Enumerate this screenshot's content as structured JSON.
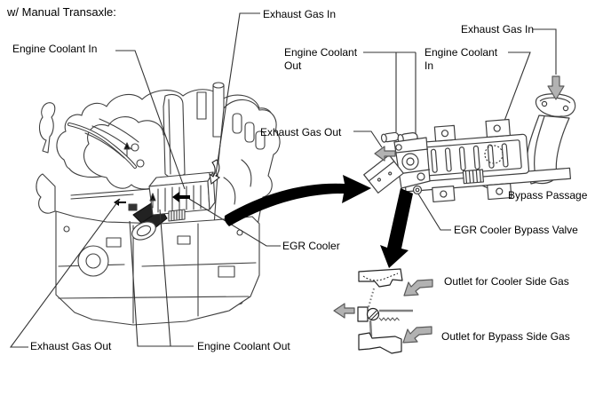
{
  "figure": {
    "variant_label": "w/ Manual Transaxle:",
    "labels": {
      "engine_coolant_in_left": "Engine Coolant In",
      "exhaust_gas_in_top": "Exhaust Gas In",
      "engine_coolant_out_top": "Engine Coolant Out",
      "engine_coolant_in_right": "Engine Coolant In",
      "exhaust_gas_in_right": "Exhaust Gas In",
      "exhaust_gas_out_mid": "Exhaust Gas Out",
      "bypass_passage": "Bypass Passage",
      "egr_cooler": "EGR Cooler",
      "egr_cooler_bypass_valve": "EGR Cooler Bypass Valve",
      "outlet_cooler_side": "Outlet for Cooler Side Gas",
      "outlet_bypass_side": "Outlet for Bypass Side Gas",
      "exhaust_gas_out_bottom": "Exhaust Gas Out",
      "engine_coolant_out_bottom": "Engine Coolant Out"
    },
    "colors": {
      "line": "#3f3f3f",
      "gray_arrow_fill": "#b2b2b2",
      "gray_arrow_outline": "#5a5a5a",
      "black_arrow": "#000000"
    }
  }
}
